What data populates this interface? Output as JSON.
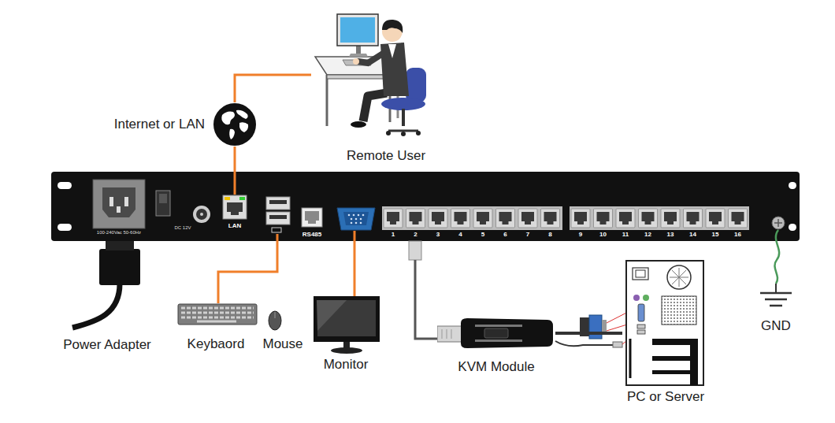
{
  "diagram": {
    "nodes": [
      {
        "text": [
          "Internet or LAN"
        ]
      },
      {
        "text": [
          "Remote User"
        ]
      },
      {
        "text": [
          "LAN"
        ]
      },
      {
        "text": [
          "KVM Module"
        ]
      },
      {
        "text": [
          "PC or Server"
        ]
      }
    ],
    "edges": [
      {
        "from": 1,
        "to": 0,
        "arrow": "none"
      },
      {
        "from": 0,
        "to": 2,
        "arrow": "none"
      },
      {
        "from": 3,
        "to": 4,
        "arrow": "none"
      }
    ],
    "labels": [
      "100-240Vac 50-60Hz",
      "DC 12V",
      "RS485",
      "1",
      "2",
      "3",
      "4",
      "5",
      "6",
      "7",
      "8",
      "9",
      "10",
      "11",
      "12",
      "13",
      "14",
      "15",
      "16",
      "Power Adapter",
      "Keybaord",
      "Mouse",
      "Monitor",
      "GND"
    ]
  }
}
